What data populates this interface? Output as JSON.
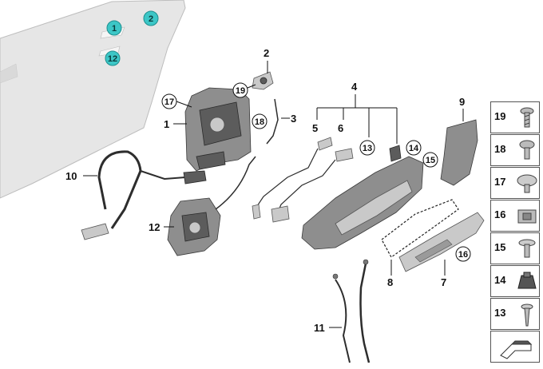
{
  "callouts": {
    "c1": "1",
    "c2": "2",
    "c3": "3",
    "c4": "4",
    "c5": "5",
    "c6": "6",
    "c7": "7",
    "c8": "8",
    "c9": "9",
    "c10": "10",
    "c11": "11",
    "c12": "12",
    "c13": "13",
    "c14": "14",
    "c15": "15",
    "c16": "16",
    "c17": "17",
    "c18": "18",
    "c19": "19",
    "door_1": "1",
    "door_2": "2",
    "door_12": "12"
  },
  "legend": [
    {
      "num": "19",
      "icon": "screw-icon"
    },
    {
      "num": "18",
      "icon": "flat-screw-icon"
    },
    {
      "num": "17",
      "icon": "rivet-icon"
    },
    {
      "num": "16",
      "icon": "clip-nut-icon"
    },
    {
      "num": "15",
      "icon": "flange-screw-icon"
    },
    {
      "num": "14",
      "icon": "grommet-icon"
    },
    {
      "num": "13",
      "icon": "tapping-screw-icon"
    },
    {
      "num": "",
      "icon": "fold-arrow-icon"
    }
  ],
  "colors": {
    "teal_marker": "#3cc6c6",
    "door_panel": "#e4e4e4",
    "part_grey": "#8e8e8e"
  }
}
